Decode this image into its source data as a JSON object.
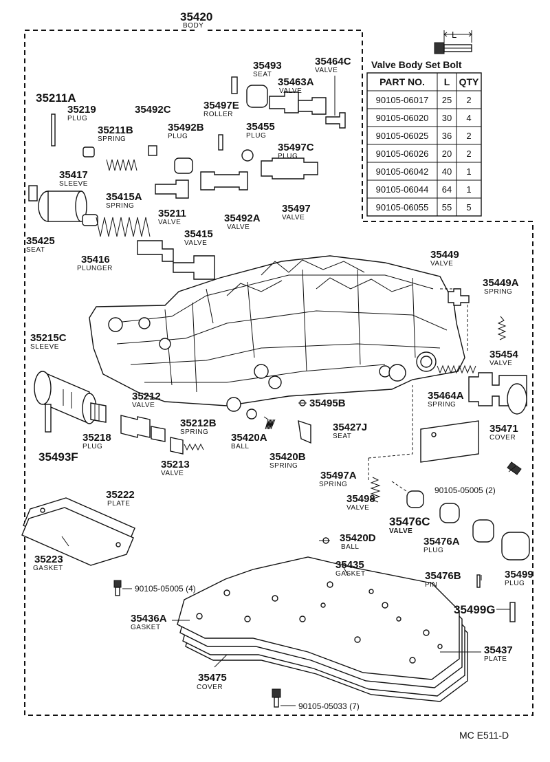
{
  "body_label": {
    "number": "35420",
    "caption": "BODY"
  },
  "bolt_table": {
    "dimension_label": "L",
    "title": "Valve Body Set Bolt",
    "headers": [
      "PART NO.",
      "L",
      "QTY"
    ],
    "rows": [
      [
        "90105-06017",
        "25",
        "2"
      ],
      [
        "90105-06020",
        "30",
        "4"
      ],
      [
        "90105-06025",
        "36",
        "2"
      ],
      [
        "90105-06026",
        "20",
        "2"
      ],
      [
        "90105-06042",
        "40",
        "1"
      ],
      [
        "90105-06044",
        "64",
        "1"
      ],
      [
        "90105-06055",
        "55",
        "5"
      ]
    ]
  },
  "parts": [
    {
      "id": "p35493",
      "number": "35493",
      "caption": "SEAT"
    },
    {
      "id": "p35464c",
      "number": "35464C",
      "caption": "VALVE"
    },
    {
      "id": "p35463a",
      "number": "35463A",
      "caption": "VALVE"
    },
    {
      "id": "p35211a",
      "number": "35211A",
      "caption": ""
    },
    {
      "id": "p35219",
      "number": "35219",
      "caption": "PLUG"
    },
    {
      "id": "p35492c",
      "number": "35492C",
      "caption": ""
    },
    {
      "id": "p35497e",
      "number": "35497E",
      "caption": "ROLLER"
    },
    {
      "id": "p35455",
      "number": "35455",
      "caption": "PLUG"
    },
    {
      "id": "p35211b",
      "number": "35211B",
      "caption": "SPRING"
    },
    {
      "id": "p35492b",
      "number": "35492B",
      "caption": "PLUG"
    },
    {
      "id": "p35497c",
      "number": "35497C",
      "caption": "PLUG"
    },
    {
      "id": "p35417",
      "number": "35417",
      "caption": "SLEEVE"
    },
    {
      "id": "p35415a",
      "number": "35415A",
      "caption": "SPRING"
    },
    {
      "id": "p35211",
      "number": "35211",
      "caption": "VALVE"
    },
    {
      "id": "p35492a",
      "number": "35492A",
      "caption": "VALVE"
    },
    {
      "id": "p35497",
      "number": "35497",
      "caption": "VALVE"
    },
    {
      "id": "p35415",
      "number": "35415",
      "caption": "VALVE"
    },
    {
      "id": "p35425",
      "number": "35425",
      "caption": "SEAT"
    },
    {
      "id": "p35416",
      "number": "35416",
      "caption": "PLUNGER"
    },
    {
      "id": "p35449",
      "number": "35449",
      "caption": "VALVE"
    },
    {
      "id": "p35449a",
      "number": "35449A",
      "caption": "SPRING"
    },
    {
      "id": "p35215c",
      "number": "35215C",
      "caption": "SLEEVE"
    },
    {
      "id": "p35454",
      "number": "35454",
      "caption": "VALVE"
    },
    {
      "id": "p35464a",
      "number": "35464A",
      "caption": "SPRING"
    },
    {
      "id": "p35212",
      "number": "35212",
      "caption": "VALVE"
    },
    {
      "id": "p35495b",
      "number": "35495B",
      "caption": ""
    },
    {
      "id": "p35212b",
      "number": "35212B",
      "caption": "SPRING"
    },
    {
      "id": "p35427j",
      "number": "35427J",
      "caption": "SEAT"
    },
    {
      "id": "p35218",
      "number": "35218",
      "caption": "PLUG"
    },
    {
      "id": "p35420a",
      "number": "35420A",
      "caption": "BALL"
    },
    {
      "id": "p35471",
      "number": "35471",
      "caption": "COVER"
    },
    {
      "id": "p35493f",
      "number": "35493F",
      "caption": ""
    },
    {
      "id": "p35213",
      "number": "35213",
      "caption": "VALVE"
    },
    {
      "id": "p35420b",
      "number": "35420B",
      "caption": "SPRING"
    },
    {
      "id": "p35497a",
      "number": "35497A",
      "caption": "SPRING"
    },
    {
      "id": "p90105_05005_2",
      "number": "90105-05005 (2)",
      "caption": ""
    },
    {
      "id": "p35222",
      "number": "35222",
      "caption": "PLATE"
    },
    {
      "id": "p35498",
      "number": "35498",
      "caption": "VALVE"
    },
    {
      "id": "p35476c",
      "number": "35476C",
      "caption": "VALVE"
    },
    {
      "id": "p35420d",
      "number": "35420D",
      "caption": "BALL"
    },
    {
      "id": "p35476a",
      "number": "35476A",
      "caption": "PLUG"
    },
    {
      "id": "p35223",
      "number": "35223",
      "caption": "GASKET"
    },
    {
      "id": "p35435",
      "number": "35435",
      "caption": "GASKET"
    },
    {
      "id": "p35476b",
      "number": "35476B",
      "caption": "PIN"
    },
    {
      "id": "p35499",
      "number": "35499",
      "caption": "PLUG"
    },
    {
      "id": "p90105_05005_4",
      "number": "90105-05005 (4)",
      "caption": ""
    },
    {
      "id": "p35499g",
      "number": "35499G",
      "caption": ""
    },
    {
      "id": "p35436a",
      "number": "35436A",
      "caption": "GASKET"
    },
    {
      "id": "p35437",
      "number": "35437",
      "caption": "PLATE"
    },
    {
      "id": "p35475",
      "number": "35475",
      "caption": "COVER"
    },
    {
      "id": "p90105_05033_7",
      "number": "90105-05033 (7)",
      "caption": ""
    }
  ],
  "footer_code": "MC   E511-D"
}
